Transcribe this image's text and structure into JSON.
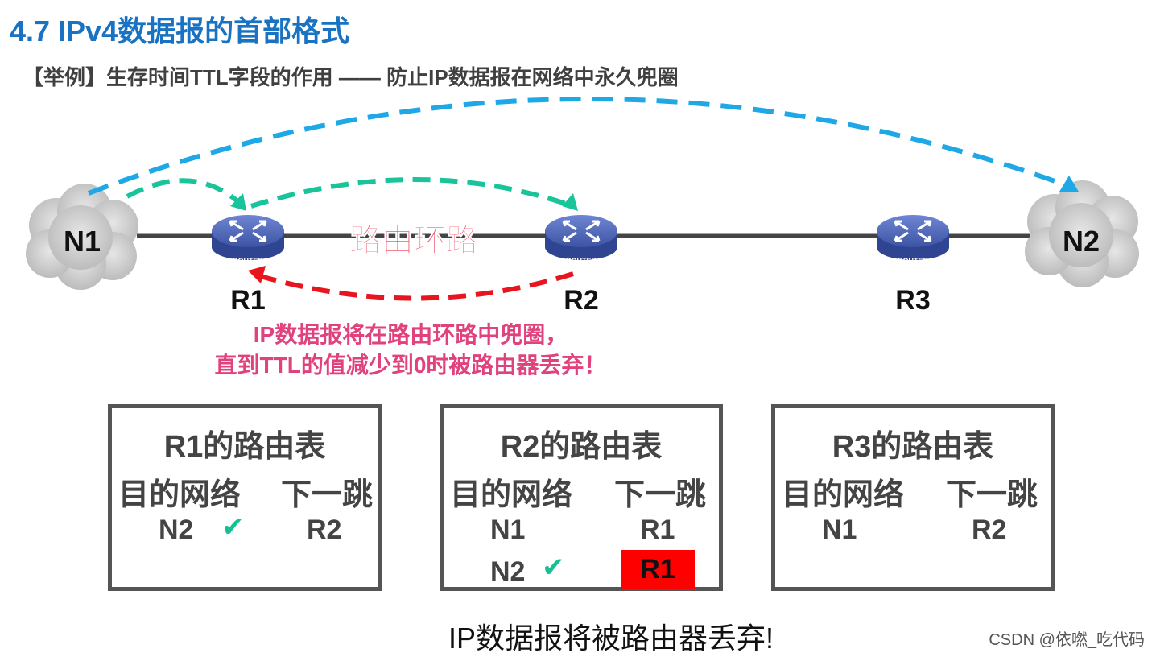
{
  "header": {
    "title": "4.7 IPv4数据报的首部格式",
    "subtitle": "【举例】生存时间TTL字段的作用 —— 防止IP数据报在网络中永久兜圈"
  },
  "network": {
    "n1": "N1",
    "n2": "N2",
    "routers": [
      {
        "id": "R1",
        "badge": "ROUTER"
      },
      {
        "id": "R2",
        "badge": "ROUTER"
      },
      {
        "id": "R3",
        "badge": "ROUTER"
      }
    ],
    "loop_label": "路由环路",
    "note_line1": "IP数据报将在路由环路中兜圈，",
    "note_line2": "直到TTL的值减少到0时被路由器丢弃！"
  },
  "colors": {
    "title": "#1a72c2",
    "blue_arrow": "#1ea8e6",
    "green_arrow": "#19c49a",
    "red_arrow": "#e8141e",
    "loop_label": "#f04a62",
    "note": "#e0427e",
    "highlight": "#ff0000",
    "router": "#4c62b0"
  },
  "tables": [
    {
      "title": "R1的路由表",
      "col_dest": "目的网络",
      "col_next": "下一跳",
      "rows": [
        {
          "dest": "N2",
          "next": "R2",
          "checked": true,
          "highlight": false
        }
      ]
    },
    {
      "title": "R2的路由表",
      "col_dest": "目的网络",
      "col_next": "下一跳",
      "rows": [
        {
          "dest": "N1",
          "next": "R1",
          "checked": false,
          "highlight": false
        },
        {
          "dest": "N2",
          "next": "R1",
          "checked": true,
          "highlight": true
        }
      ]
    },
    {
      "title": "R3的路由表",
      "col_dest": "目的网络",
      "col_next": "下一跳",
      "rows": [
        {
          "dest": "N1",
          "next": "R2",
          "checked": false,
          "highlight": false
        }
      ]
    }
  ],
  "caption": "IP数据报将被路由器丢弃!",
  "watermark": "CSDN @依嘫_吃代码",
  "check_glyph": "✔"
}
